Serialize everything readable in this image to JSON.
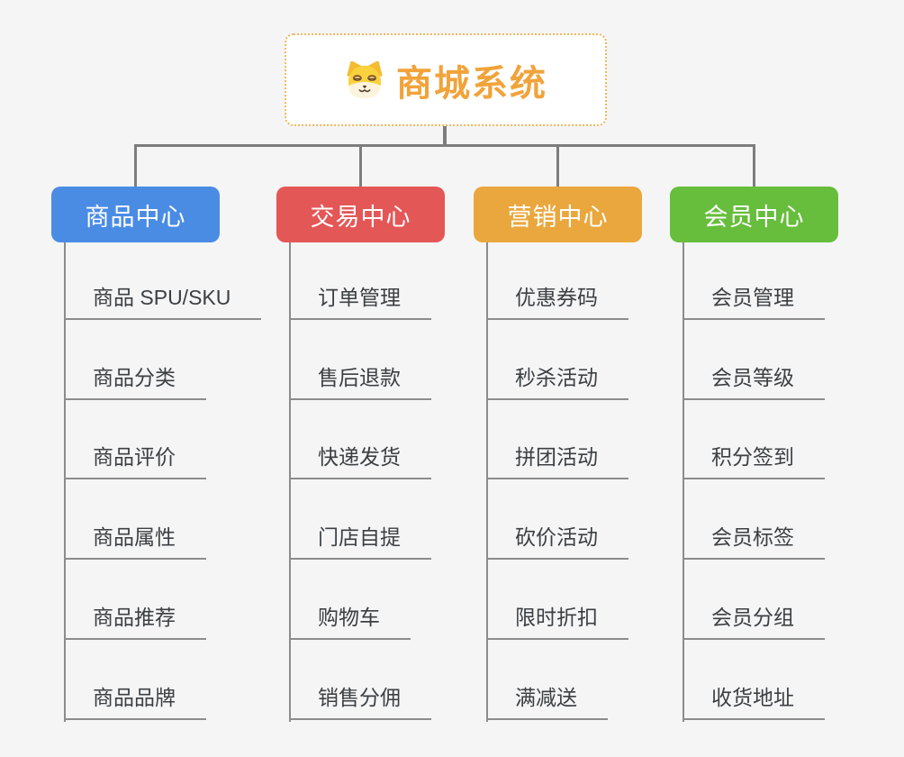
{
  "root": {
    "title": "商城系统",
    "icon": "shiba-dog-icon"
  },
  "branches": [
    {
      "label": "商品中心",
      "color": "#4a8ce4",
      "children": [
        "商品 SPU/SKU",
        "商品分类",
        "商品评价",
        "商品属性",
        "商品推荐",
        "商品品牌"
      ]
    },
    {
      "label": "交易中心",
      "color": "#e45757",
      "children": [
        "订单管理",
        "售后退款",
        "快递发货",
        "门店自提",
        "购物车",
        "销售分佣"
      ]
    },
    {
      "label": "营销中心",
      "color": "#eaa73d",
      "children": [
        "优惠券码",
        "秒杀活动",
        "拼团活动",
        "砍价活动",
        "限时折扣",
        "满减送"
      ]
    },
    {
      "label": "会员中心",
      "color": "#67bd3c",
      "children": [
        "会员管理",
        "会员等级",
        "积分签到",
        "会员标签",
        "会员分组",
        "收货地址"
      ]
    }
  ],
  "colors": {
    "background": "#f5f5f6",
    "root_title": "#f1a33b",
    "root_border": "#f4b45c",
    "connector": "#7d7d7d",
    "leaf_line": "#8c8c8c",
    "leaf_text": "#3c4043"
  }
}
